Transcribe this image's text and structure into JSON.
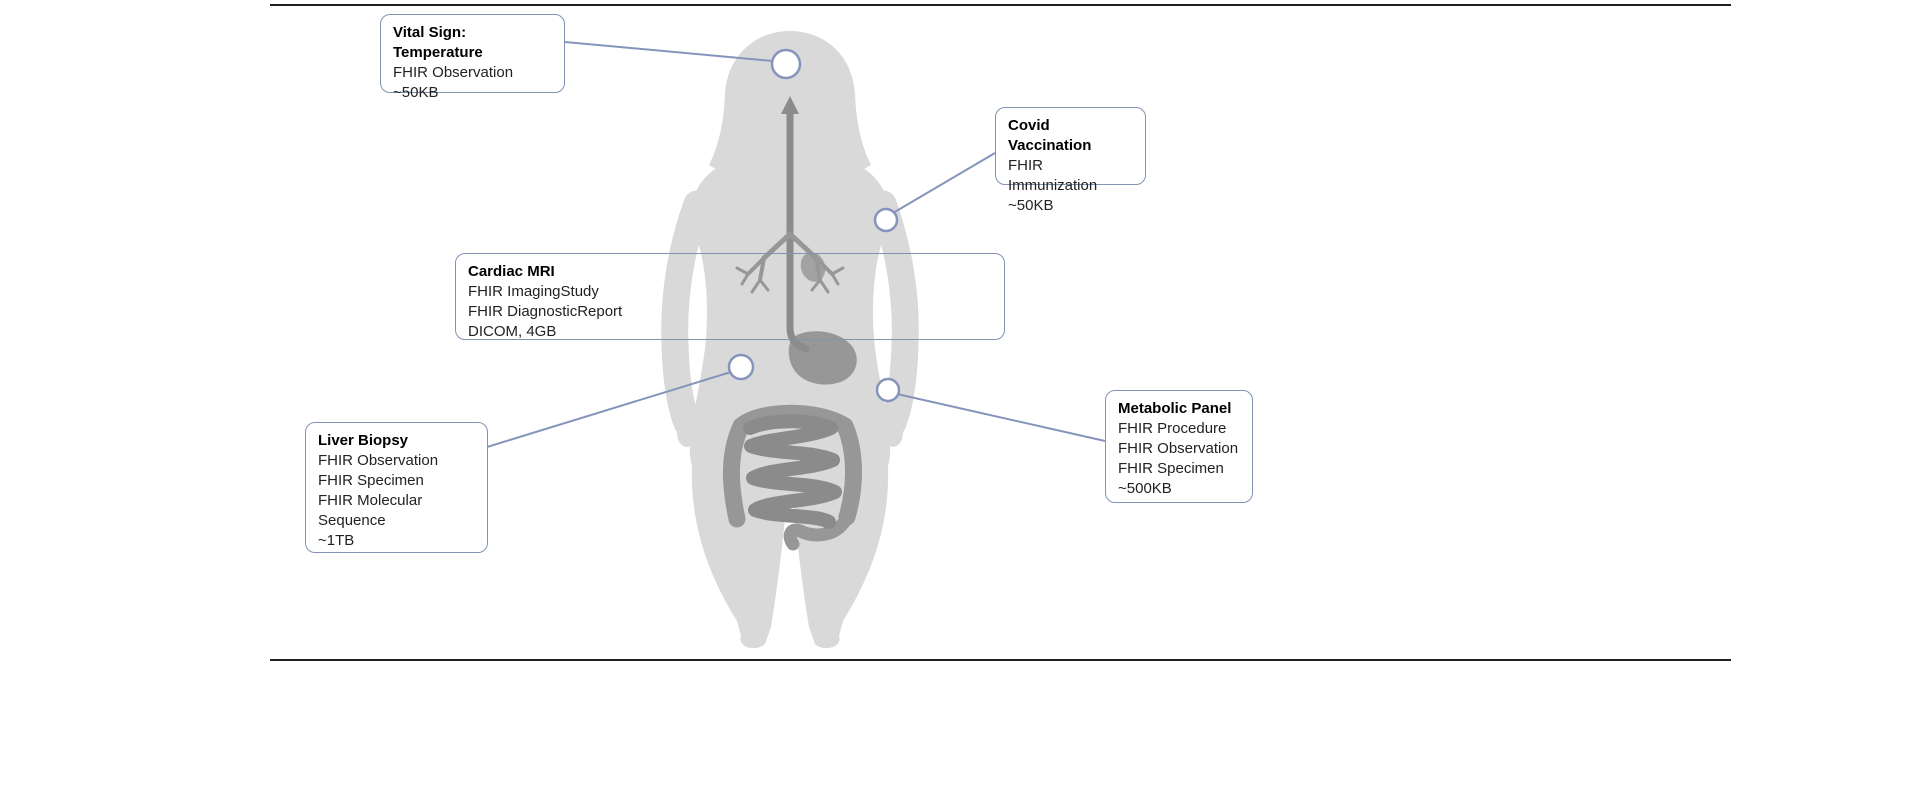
{
  "palette": {
    "connector": "#8494bb",
    "box_border": "#8292b4",
    "body_fill": "#d9d9d9",
    "organ_mid": "#979797",
    "organ_dark": "#8b8b8b",
    "rule_color": "#1f1f1f",
    "text": "#1a1a1a"
  },
  "callouts": [
    {
      "id": "vital-sign-temperature",
      "title": "Vital Sign: Temperature",
      "lines": [
        "FHIR Observation",
        "~50KB"
      ]
    },
    {
      "id": "covid-vaccination",
      "title": "Covid Vaccination",
      "lines": [
        "FHIR Immunization",
        "~50KB"
      ]
    },
    {
      "id": "cardiac-mri",
      "title": "Cardiac MRI",
      "lines": [
        "FHIR ImagingStudy",
        "FHIR DiagnosticReport",
        "DICOM, 4GB"
      ]
    },
    {
      "id": "liver-biopsy",
      "title": "Liver Biopsy",
      "lines": [
        "FHIR Observation",
        "FHIR Specimen",
        "FHIR Molecular Sequence",
        "~1TB"
      ]
    },
    {
      "id": "metabolic-panel",
      "title": "Metabolic Panel",
      "lines": [
        "FHIR Procedure",
        "FHIR Observation",
        "FHIR Specimen",
        "~500KB"
      ]
    }
  ]
}
